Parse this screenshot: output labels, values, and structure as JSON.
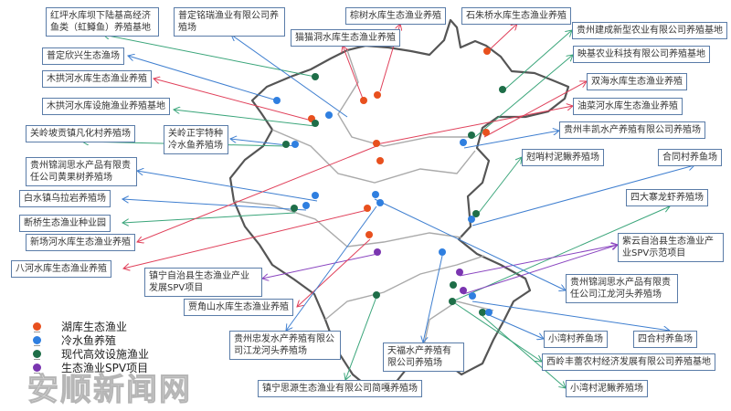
{
  "colors": {
    "lake": "#e8501e",
    "cold": "#2f7fe0",
    "facility": "#1e6e48",
    "spv": "#7a35b0",
    "line_red": "#e0405a",
    "line_blue": "#3f7fd0",
    "line_green": "#3aa57a",
    "line_purple": "#8a45c0",
    "border": "#5a7ca8"
  },
  "labels": [
    "红坪水库坝下陆基高经济鱼类（虹鳟鱼）养殖基地",
    "普定铭瑞渔业有限公司养殖场",
    "棕树水库生态渔业养殖",
    "猫猫洞水库生态渔业养殖",
    "石朱桥水库生态渔业养殖",
    "贵州建成新型农业有限公司养殖基地",
    "普定欣兴生态渔场",
    "木拱河水库生态渔业养殖",
    "木拱河水库设施渔业养殖基地",
    "映基农业科技有限公司养殖基地",
    "双海水库生态渔业养殖",
    "油菜河水库生态渔业养殖",
    "关岭坡贡镇凡化村养殖场",
    "关岭正宇特种冷水鱼养殖场",
    "贵州丰凯水产养殖有限公司养殖场",
    "贵州锦润思水产品有限责任公司黄果树养殖场",
    "尅哨村泥鳅养殖场",
    "合同村养鱼场",
    "白水镇乌拉岩养殖场",
    "断桥生态渔业种业园",
    "新场河水库生态渔业养殖",
    "四大寨龙虾养殖场",
    "八河水库生态渔业养殖",
    "镇宁自治县生态渔业产业发展SPV项目",
    "紫云自治县生态渔业产业SPV示范项目",
    "贾角山水库生态渔业养殖",
    "贵州锦润思水产品有限责任公司江龙河头养殖场",
    "贵州忠发水产养殖有限公司江龙河头养殖场",
    "小湾村养鱼场",
    "四合村养鱼场",
    "天福水产养殖有限公司养殖场",
    "西岭丰蕾农村经济发展有限公司养殖基地",
    "镇宁思源生态渔业有限公司简嘎养殖场",
    "小湾村泥鳅养殖场"
  ],
  "legend": [
    {
      "label": "湖库生态渔业",
      "icon": "red-pin-icon"
    },
    {
      "label": "冷水鱼养殖",
      "icon": "blue-pin-icon"
    },
    {
      "label": "现代高效设施渔业",
      "icon": "green-pin-icon"
    },
    {
      "label": "生态渔业SPV项目",
      "icon": "purple-pin-icon"
    }
  ],
  "watermark": "安顺新闻网"
}
